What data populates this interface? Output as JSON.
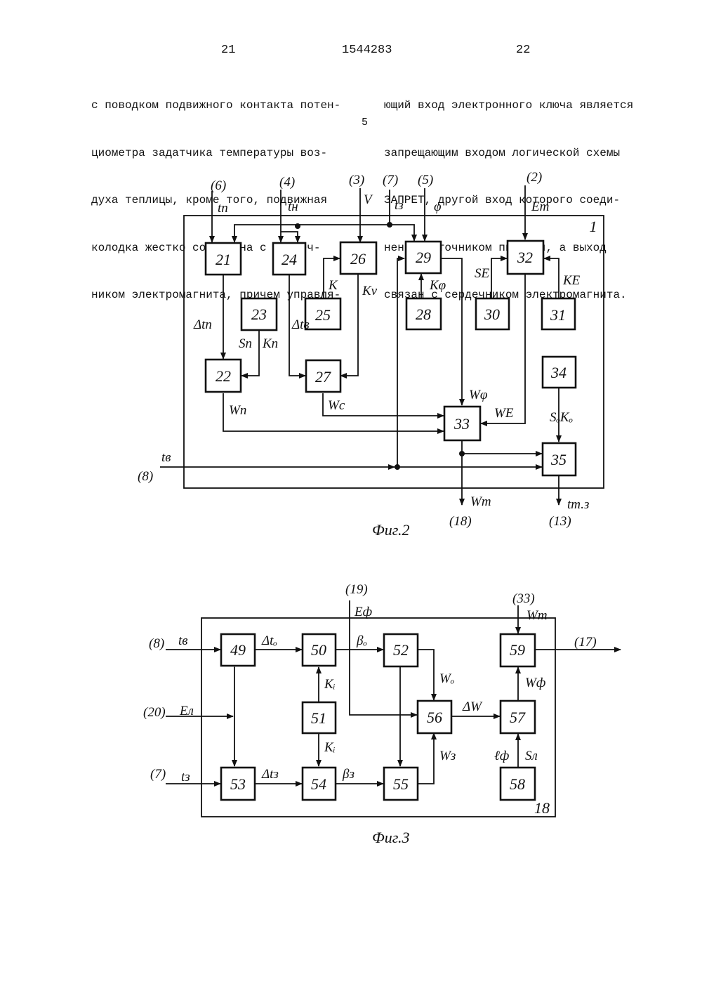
{
  "header": {
    "page_left": "21",
    "doc_number": "1544283",
    "page_right": "22"
  },
  "columns": {
    "left": [
      "с поводком подвижного контакта потен-",
      "циометра задатчика температуры воз-",
      "духа теплицы, кроме того, подвижная",
      "колодка жестко соединена с сердеч-",
      "ником электромагнита, причем управля-"
    ],
    "right": [
      "ющий вход электронного ключа является",
      "запрещающим входом логической схемы",
      "ЗАПРЕТ, другой вход которого соеди-",
      "нен с источником питания, а выход",
      "связан с сердечником электромагнита."
    ]
  },
  "line_number": "5",
  "fig2": {
    "caption": "Фиг.2",
    "frame_label": "1",
    "blocks": [
      "21",
      "22",
      "23",
      "24",
      "25",
      "26",
      "27",
      "28",
      "29",
      "30",
      "31",
      "32",
      "33",
      "34",
      "35"
    ],
    "inputs": [
      {
        "ref": "(6)",
        "sig": "tп"
      },
      {
        "ref": "(4)",
        "sig": "tн"
      },
      {
        "ref": "(3)",
        "sig": "V"
      },
      {
        "ref": "(7)",
        "sig": "tз"
      },
      {
        "ref": "(5)",
        "sig": "φ"
      },
      {
        "ref": "(2)",
        "sig": "Eт"
      }
    ],
    "left_input": {
      "ref": "(8)",
      "sig": "tв"
    },
    "outputs": [
      {
        "ref": "(18)",
        "sig": "Wт"
      },
      {
        "ref": "(13)",
        "sig": "tт.з"
      }
    ],
    "labels": {
      "dtp": "Δtп",
      "sp": "Sп",
      "kp": "Kп",
      "dtb": "Δtв",
      "k": "K",
      "kv": "Kv",
      "kphi": "Kφ",
      "se": "SE",
      "ke": "KE",
      "wp": "Wп",
      "wc": "Wc",
      "wphi": "Wφ",
      "we": "WE",
      "sk": "SₒKₒ"
    }
  },
  "fig3": {
    "caption": "Фиг.3",
    "frame_label": "18",
    "blocks": [
      "49",
      "50",
      "51",
      "52",
      "53",
      "54",
      "55",
      "56",
      "57",
      "58",
      "59"
    ],
    "inputs": [
      {
        "ref": "(8)",
        "sig": "tв"
      },
      {
        "ref": "(20)",
        "sig": "Eл"
      },
      {
        "ref": "(7)",
        "sig": "tз"
      }
    ],
    "top_inputs": [
      {
        "ref": "(19)",
        "sig": "Eф"
      },
      {
        "ref": "(33)",
        "sig": "Wт"
      }
    ],
    "output": "(17)",
    "labels": {
      "dt0": "Δtₒ",
      "dtz": "Δtз",
      "b0": "βₒ",
      "bz": "βз",
      "ki_top": "Kᵢ",
      "ki_bot": "Kᵢ",
      "w0": "Wₒ",
      "wz": "Wз",
      "dw": "ΔW",
      "wf": "Wф",
      "qf": "ℓф",
      "sl": "Sл"
    }
  }
}
